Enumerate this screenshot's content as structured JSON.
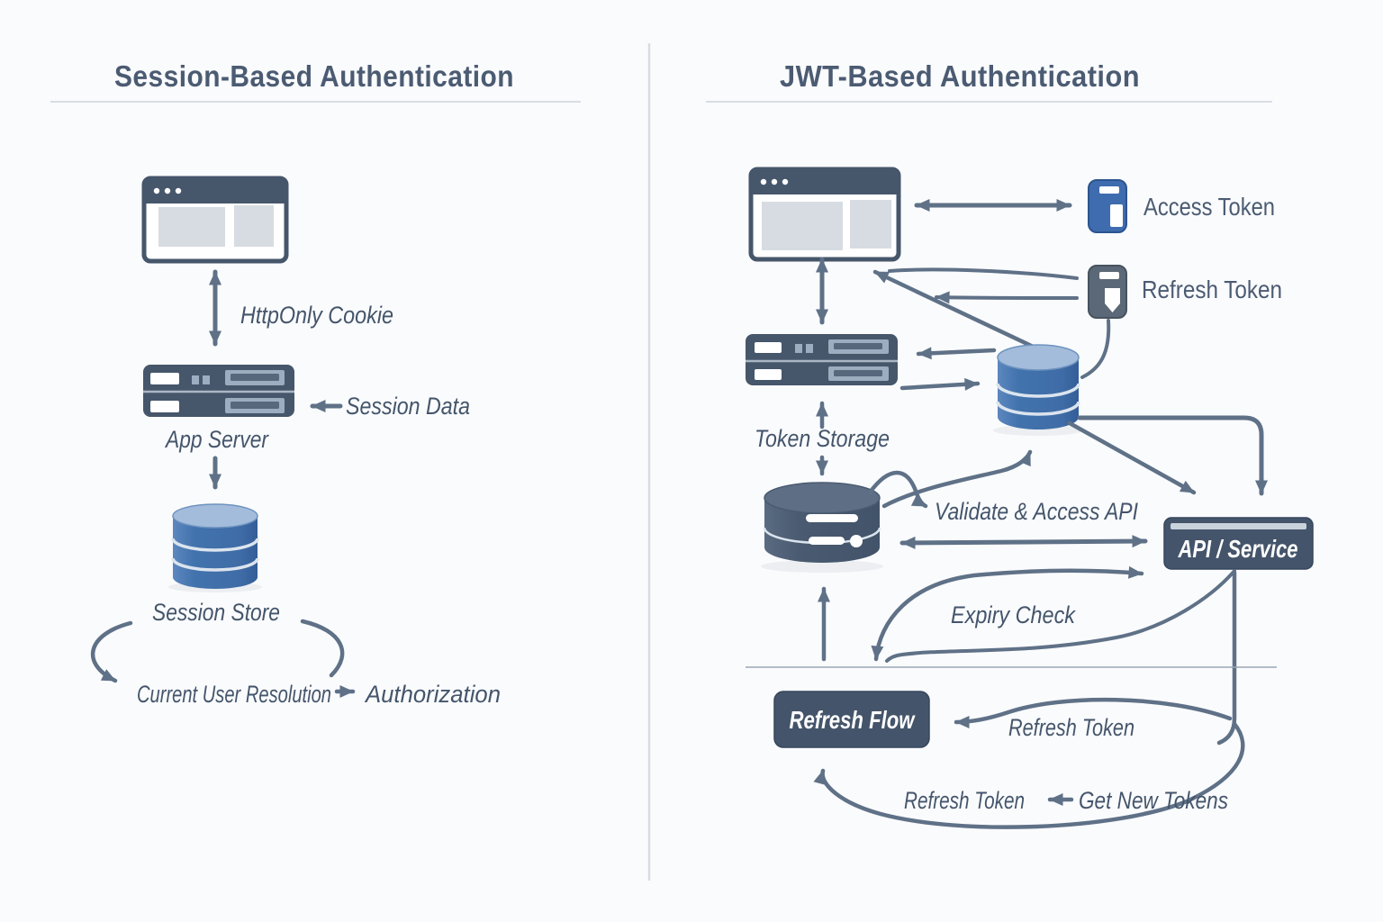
{
  "colors": {
    "background": "#fafbfd",
    "title_text": "#4b5b72",
    "label_text": "#44556b",
    "arrow": "#5f7187",
    "icon_dark": "#46566b",
    "icon_light_detail": "#9dadc0",
    "icon_inner_detail": "#57687d",
    "browser_content": "#d7dce3",
    "db_blue": "#4273ad",
    "db_blue_top": "#a3bcdb",
    "db_dark": "#4d5e74",
    "db_dark_top": "#5e6f85",
    "token_blue": "#3e6cae",
    "token_gray": "#5b6877",
    "box_dark": "#44546a",
    "box_bar": "#c9d3dc",
    "divider": "#d8dde4",
    "rule": "#99a5b4",
    "cyl_sep": "#dbe4ee",
    "white": "#ffffff"
  },
  "left": {
    "title": "Session-Based Authentication",
    "labels": {
      "cookie": "HttpOnly Cookie",
      "session_data": "Session Data",
      "app_server": "App Server",
      "session_store": "Session Store",
      "current_user": "Current User Resolution",
      "authorization": "Authorization"
    }
  },
  "right": {
    "title": "JWT-Based Authentication",
    "labels": {
      "access_token": "Access Token",
      "refresh_token": "Refresh Token",
      "token_storage": "Token Storage",
      "validate": "Validate & Access API",
      "api_service": "API / Service",
      "expiry_check": "Expiry Check",
      "refresh_flow": "Refresh Flow",
      "refresh_token_flow": "Refresh Token",
      "refresh_token_loop": "Refresh Token",
      "get_new_tokens": "Get New Tokens"
    }
  }
}
